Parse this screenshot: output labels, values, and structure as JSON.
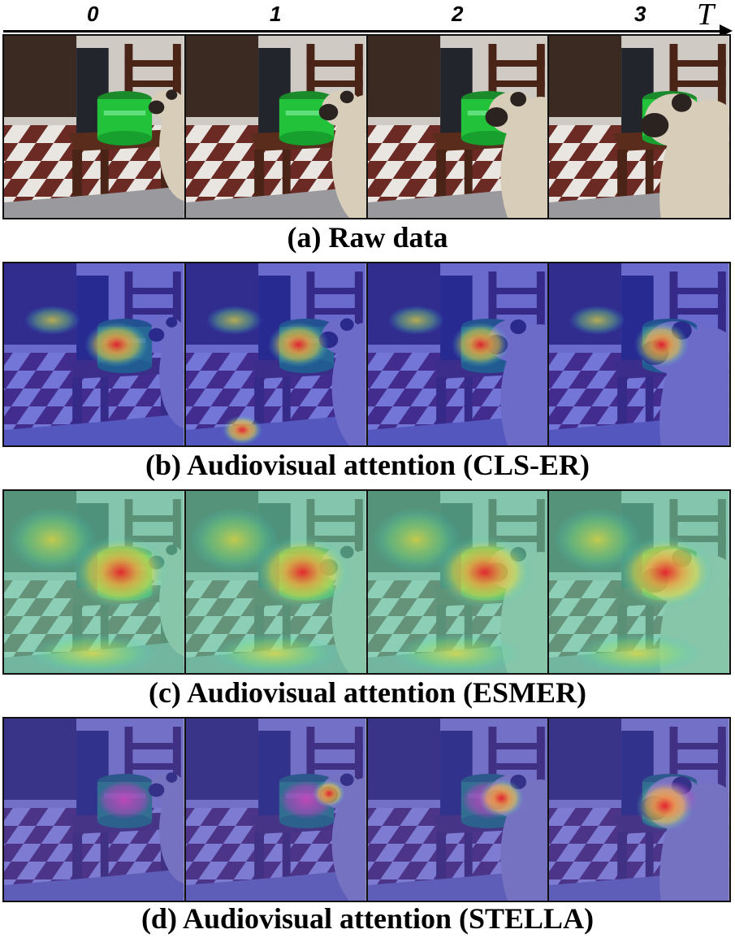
{
  "timeline": {
    "ticks": [
      "0",
      "1",
      "2",
      "3"
    ],
    "axis_label": "T"
  },
  "panels": [
    {
      "id": "raw",
      "caption": "(a) Raw data",
      "style": "raw"
    },
    {
      "id": "cls-er",
      "caption": "(b) Audiovisual attention (CLS-ER)",
      "style": "clser"
    },
    {
      "id": "esmer",
      "caption": "(c) Audiovisual attention (ESMER)",
      "style": "esmer"
    },
    {
      "id": "stella",
      "caption": "(d) Audiovisual attention (STELLA)",
      "style": "stella"
    }
  ],
  "colors": {
    "bucket_green": "#22c33a",
    "dog_fur": "#d8cdb8",
    "overlay_blue": "#2a2fd0",
    "overlay_cyan": "#2fd0d6",
    "heat_red": "#e8202a",
    "heat_yellow": "#f2e23a"
  }
}
